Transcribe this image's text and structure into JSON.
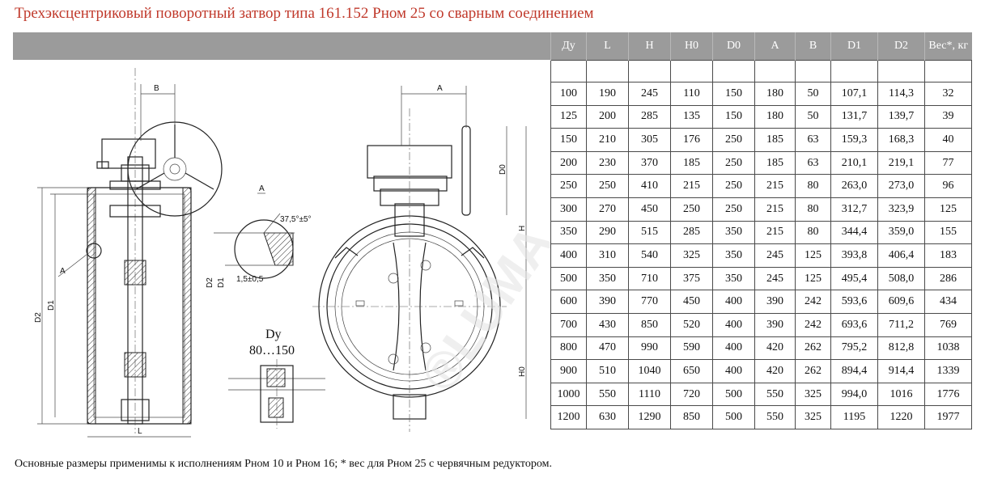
{
  "title": "Трехэксцентриковый поворотный затвор типа 161.152 Рном 25 со сварным соединением",
  "footnote": "Основные размеры применимы к исполнениям Рном 10 и Рном 16; * вес для Рном 25 с червячным редуктором.",
  "drawing": {
    "left_labels": {
      "b": "B",
      "a": "A",
      "d1": "D1",
      "d2": "D2",
      "l": "L"
    },
    "detail": {
      "title": "A",
      "angle": "37,5°±5°",
      "chamfer": "1,5±0,5",
      "d1": "D1",
      "d2": "D2"
    },
    "inset": {
      "title": "Dу",
      "range": "80…150"
    },
    "right_labels": {
      "a": "A",
      "d0": "D0",
      "h": "H",
      "h0": "H0"
    },
    "watermark": "®LUMA"
  },
  "table": {
    "headers": [
      "Ду",
      "L",
      "H",
      "H0",
      "D0",
      "A",
      "B",
      "D1",
      "D2",
      "Вес*, кг"
    ],
    "rows": [
      [
        "100",
        "190",
        "245",
        "110",
        "150",
        "180",
        "50",
        "107,1",
        "114,3",
        "32"
      ],
      [
        "125",
        "200",
        "285",
        "135",
        "150",
        "180",
        "50",
        "131,7",
        "139,7",
        "39"
      ],
      [
        "150",
        "210",
        "305",
        "176",
        "250",
        "185",
        "63",
        "159,3",
        "168,3",
        "40"
      ],
      [
        "200",
        "230",
        "370",
        "185",
        "250",
        "185",
        "63",
        "210,1",
        "219,1",
        "77"
      ],
      [
        "250",
        "250",
        "410",
        "215",
        "250",
        "215",
        "80",
        "263,0",
        "273,0",
        "96"
      ],
      [
        "300",
        "270",
        "450",
        "250",
        "250",
        "215",
        "80",
        "312,7",
        "323,9",
        "125"
      ],
      [
        "350",
        "290",
        "515",
        "285",
        "350",
        "215",
        "80",
        "344,4",
        "359,0",
        "155"
      ],
      [
        "400",
        "310",
        "540",
        "325",
        "350",
        "245",
        "125",
        "393,8",
        "406,4",
        "183"
      ],
      [
        "500",
        "350",
        "710",
        "375",
        "350",
        "245",
        "125",
        "495,4",
        "508,0",
        "286"
      ],
      [
        "600",
        "390",
        "770",
        "450",
        "400",
        "390",
        "242",
        "593,6",
        "609,6",
        "434"
      ],
      [
        "700",
        "430",
        "850",
        "520",
        "400",
        "390",
        "242",
        "693,6",
        "711,2",
        "769"
      ],
      [
        "800",
        "470",
        "990",
        "590",
        "400",
        "420",
        "262",
        "795,2",
        "812,8",
        "1038"
      ],
      [
        "900",
        "510",
        "1040",
        "650",
        "400",
        "420",
        "262",
        "894,4",
        "914,4",
        "1339"
      ],
      [
        "1000",
        "550",
        "1110",
        "720",
        "500",
        "550",
        "325",
        "994,0",
        "1016",
        "1776"
      ],
      [
        "1200",
        "630",
        "1290",
        "850",
        "500",
        "550",
        "325",
        "1195",
        "1220",
        "1977"
      ]
    ]
  }
}
